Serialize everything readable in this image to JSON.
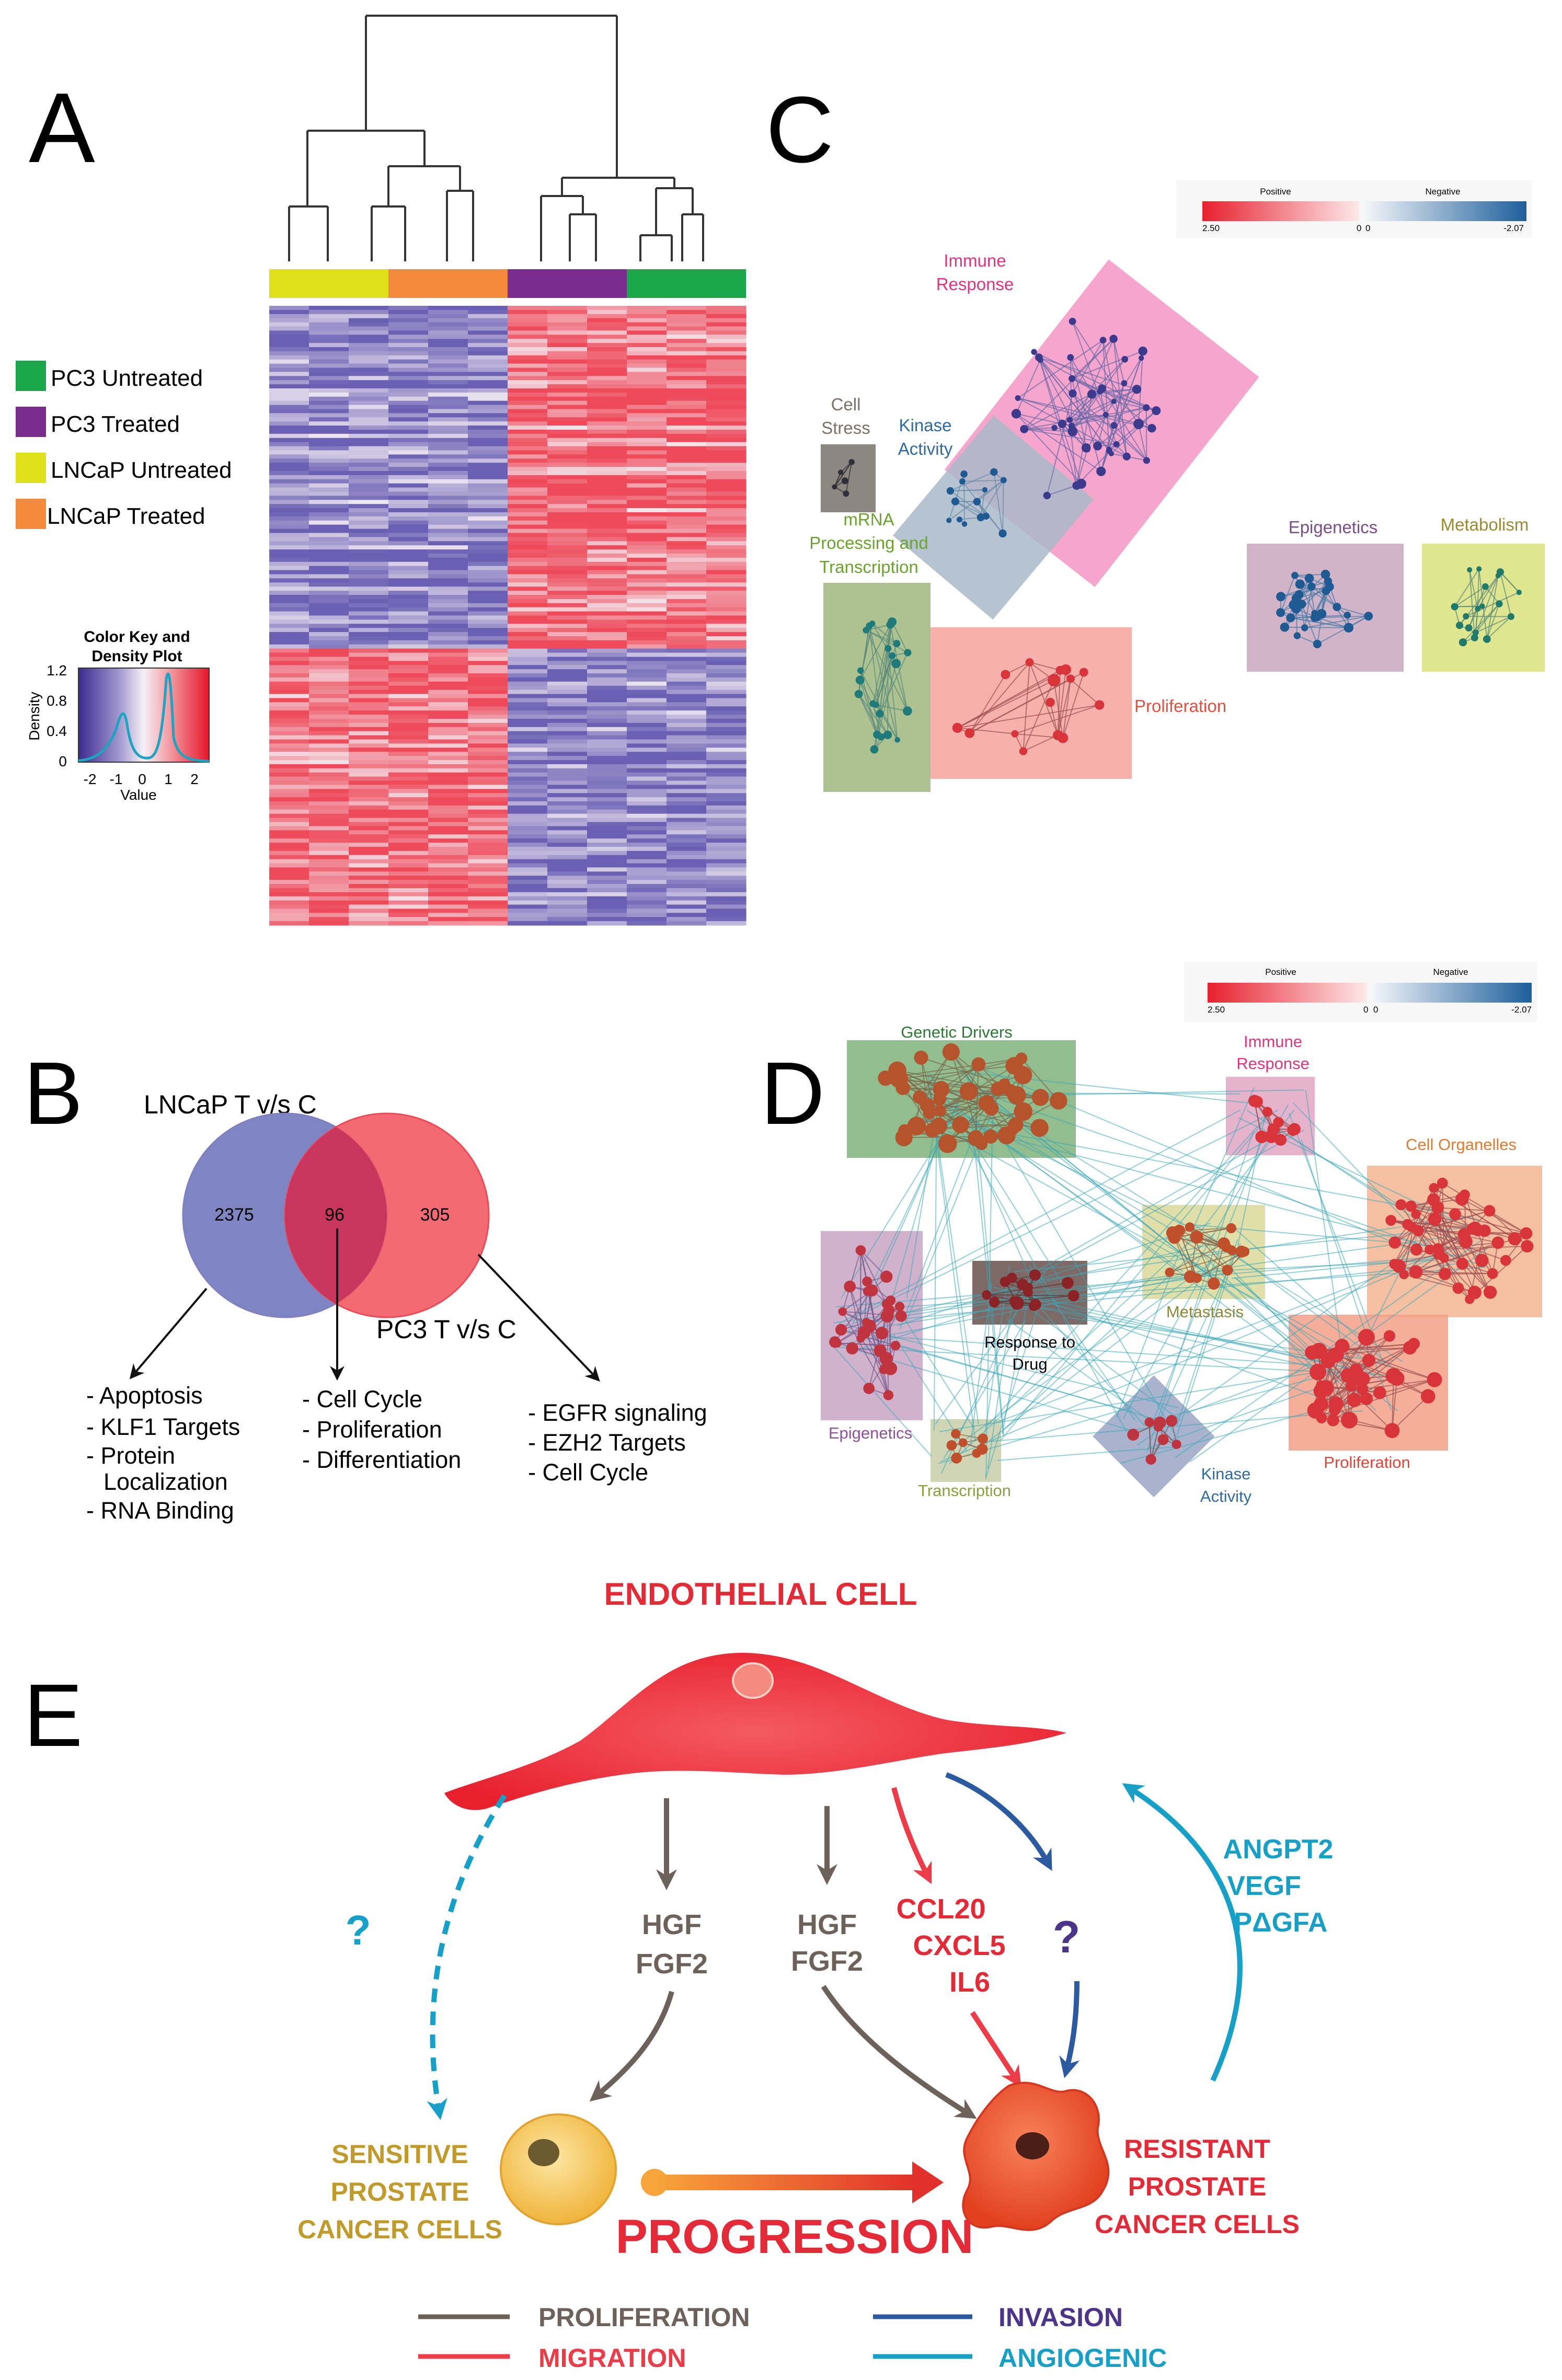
{
  "panels": {
    "A": {
      "letter": "A",
      "legend": [
        {
          "label": "PC3 Untreated",
          "color": "#1aa64a"
        },
        {
          "label": "PC3 Treated",
          "color": "#7b2d8e"
        },
        {
          "label": "LNCaP Untreated",
          "color": "#dfe01a"
        },
        {
          "label": "LNCaP Treated",
          "color": "#f58a3c"
        }
      ],
      "color_key": {
        "title_line1": "Color Key and",
        "title_line2": "Density Plot",
        "ylabel": "Density",
        "xlabel": "Value",
        "y_ticks": [
          "1.2",
          "0.8",
          "0.4",
          "0"
        ],
        "x_ticks": [
          "-2",
          "-1",
          "0",
          "1",
          "2"
        ]
      },
      "column_groups": [
        {
          "group": "LNCaP Untreated",
          "color": "#dfe01a"
        },
        {
          "group": "LNCaP Treated",
          "color": "#f58a3c"
        },
        {
          "group": "PC3 Treated",
          "color": "#7b2d8e"
        },
        {
          "group": "PC3 Untreated",
          "color": "#1aa64a"
        }
      ],
      "heatmap_colors": {
        "low": "#6a5fb3",
        "mid": "#f4eef4",
        "high": "#ee4a5a"
      }
    },
    "B": {
      "letter": "B",
      "left_set": "LNCaP T v/s C",
      "right_set": "PC3 T v/s C",
      "left_only": "2375",
      "overlap": "96",
      "right_only": "305",
      "left_terms": [
        "- Apoptosis",
        "- KLF1 Targets",
        "- Protein",
        "Localization",
        "- RNA Binding"
      ],
      "overlap_terms": [
        "- Cell Cycle",
        "- Proliferation",
        "- Differentiation"
      ],
      "right_terms": [
        "- EGFR signaling",
        "- EZH2 Targets",
        "- Cell Cycle"
      ]
    },
    "C": {
      "letter": "C",
      "scale": {
        "positive": "Positive",
        "negative": "Negative",
        "max": "2.50",
        "zero_left": "0",
        "zero_right": "0",
        "min": "-2.07"
      },
      "clusters": {
        "immune": [
          "Immune",
          "Response"
        ],
        "cell_stress": [
          "Cell",
          "Stress"
        ],
        "kinase": [
          "Kinase",
          "Activity"
        ],
        "mrna": [
          "mRNA",
          "Processing and",
          "Transcription"
        ],
        "proliferation": "Proliferation",
        "epigenetics": "Epigenetics",
        "metabolism": "Metabolism"
      }
    },
    "D": {
      "letter": "D",
      "scale": {
        "positive": "Positive",
        "negative": "Negative",
        "max": "2.50",
        "zero_left": "0",
        "zero_right": "0",
        "min": "-2.07"
      },
      "clusters": {
        "genetic_drivers": "Genetic Drivers",
        "immune": [
          "Immune",
          "Response"
        ],
        "cell_organelles": "Cell Organelles",
        "metastasis": "Metastasis",
        "response_to_drug": [
          "Response to",
          "Drug"
        ],
        "epigenetics": "Epigenetics",
        "proliferation": "Proliferation",
        "transcription": "Transcription",
        "kinase": [
          "Kinase",
          "Activity"
        ]
      }
    },
    "E": {
      "letter": "E",
      "endothelial": "ENDOTHELIAL CELL",
      "question": "?",
      "factors_1": [
        "HGF",
        "FGF2"
      ],
      "factors_2": [
        "HGF",
        "FGF2"
      ],
      "factors_migration": [
        "CCL20",
        "CXCL5",
        "IL6"
      ],
      "factors_angiogenic": [
        "ANGPT2",
        "VEGF",
        "PΔGFA"
      ],
      "sensitive": [
        "SENSITIVE",
        "PROSTATE",
        "CANCER CELLS"
      ],
      "resistant": [
        "RESISTANT",
        "PROSTATE",
        "CANCER CELLS"
      ],
      "progression": "PROGRESSION",
      "legend": [
        {
          "label": "PROLIFERATION",
          "color": "#6d625b"
        },
        {
          "label": "MIGRATION",
          "color": "#ee3b48"
        },
        {
          "label": "INVASION",
          "color": "#2b5aa0"
        },
        {
          "label": "ANGIOGENIC",
          "color": "#16a0c8"
        }
      ],
      "colors": {
        "gray": "#6d625b",
        "red": "#ee3b48",
        "navy": "#2b5aa0",
        "cyan": "#16a0c8",
        "purple": "#4b3489",
        "gold": "#c19a2c"
      }
    }
  }
}
